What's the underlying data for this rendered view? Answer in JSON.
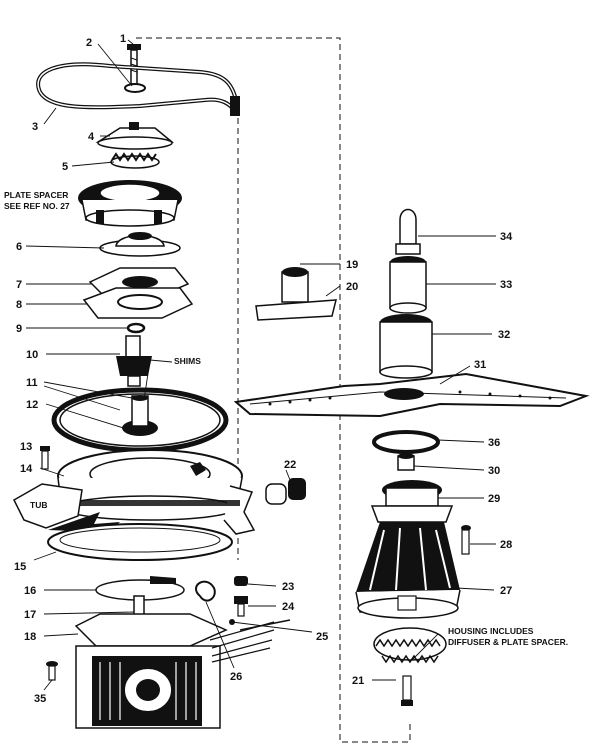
{
  "diagram": {
    "callouts": [
      {
        "id": "1",
        "text": "1"
      },
      {
        "id": "2",
        "text": "2"
      },
      {
        "id": "3",
        "text": "3"
      },
      {
        "id": "4",
        "text": "4"
      },
      {
        "id": "5",
        "text": "5"
      },
      {
        "id": "6",
        "text": "6"
      },
      {
        "id": "7",
        "text": "7"
      },
      {
        "id": "8",
        "text": "8"
      },
      {
        "id": "9",
        "text": "9"
      },
      {
        "id": "10",
        "text": "10"
      },
      {
        "id": "11",
        "text": "11"
      },
      {
        "id": "12",
        "text": "12"
      },
      {
        "id": "13",
        "text": "13"
      },
      {
        "id": "14",
        "text": "14"
      },
      {
        "id": "15",
        "text": "15"
      },
      {
        "id": "16",
        "text": "16"
      },
      {
        "id": "17",
        "text": "17"
      },
      {
        "id": "18",
        "text": "18"
      },
      {
        "id": "19",
        "text": "19"
      },
      {
        "id": "20",
        "text": "20"
      },
      {
        "id": "21",
        "text": "21"
      },
      {
        "id": "22",
        "text": "22"
      },
      {
        "id": "23",
        "text": "23"
      },
      {
        "id": "24",
        "text": "24"
      },
      {
        "id": "25",
        "text": "25"
      },
      {
        "id": "26",
        "text": "26"
      },
      {
        "id": "27",
        "text": "27"
      },
      {
        "id": "28",
        "text": "28"
      },
      {
        "id": "29",
        "text": "29"
      },
      {
        "id": "30",
        "text": "30"
      },
      {
        "id": "31",
        "text": "31"
      },
      {
        "id": "32",
        "text": "32"
      },
      {
        "id": "33",
        "text": "33"
      },
      {
        "id": "34",
        "text": "34"
      },
      {
        "id": "35",
        "text": "35"
      },
      {
        "id": "36",
        "text": "36"
      }
    ],
    "notes": {
      "plate_spacer_line1": "PLATE SPACER",
      "plate_spacer_line2": "SEE REF NO. 27",
      "shims": "SHIMS",
      "tub": "TUB",
      "housing_line1": "HOUSING INCLUDES",
      "housing_line2": "DIFFUSER & PLATE SPACER."
    }
  }
}
